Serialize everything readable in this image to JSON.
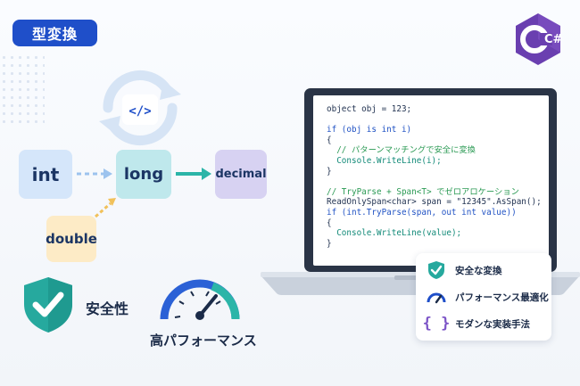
{
  "header": {
    "badge": "型変換"
  },
  "logo": {
    "text": "C#",
    "color": "#6a3fb0"
  },
  "cycle": {
    "icon_text": "</>"
  },
  "types": {
    "int": "int",
    "long": "long",
    "decimal": "decimal",
    "double": "double"
  },
  "code": {
    "line1": "object obj = 123;",
    "line2": "if (obj is int i)",
    "line3": "{",
    "line4": "// パターンマッチングで安全に変換",
    "line5": "Console.WriteLine(i);",
    "line6": "}",
    "line7": "// TryParse + Span<T> でゼロアロケーション",
    "line8": "ReadOnlySpan<char> span = \"12345\".AsSpan();",
    "line9": "if (int.TryParse(span, out int value))",
    "line10": "{",
    "line11": "Console.WriteLine(value);",
    "line12": "}"
  },
  "features": [
    {
      "label": "安全な変換",
      "icon": "shield-check-icon"
    },
    {
      "label": "パフォーマンス最適化",
      "icon": "gauge-icon"
    },
    {
      "label": "モダンな実装手法",
      "icon": "braces-icon"
    }
  ],
  "bottom": {
    "safety": "安全性",
    "performance": "高パフォーマンス"
  },
  "colors": {
    "accent": "#1f4fc9",
    "teal": "#2bb5a8",
    "shield": "#26a99e"
  }
}
